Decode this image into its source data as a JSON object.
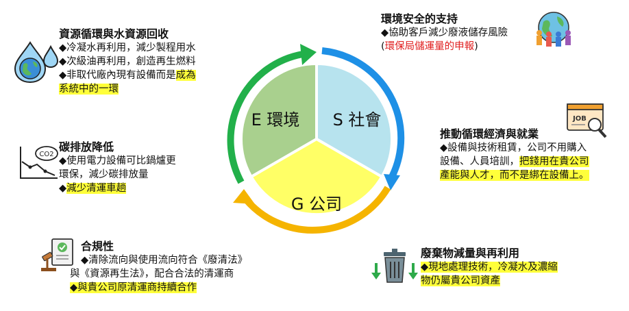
{
  "center": {
    "e": "E 環境",
    "s": "S 社會",
    "g": "G 公司"
  },
  "blocks": {
    "resource": {
      "title": "資源循環與水資源回收",
      "bullet": "◆",
      "l1": "冷凝水再利用，減少製程用水",
      "l2": "次級油再利用，創造再生燃料",
      "l3a": "非取代廠內現有設備而是",
      "l3b": "成為",
      "l4": "系統中的一環"
    },
    "carbon": {
      "title": "碳排放降低",
      "bullet": "◆",
      "l1": "使用電力設備可比鍋爐更",
      "l2": "環保，減少碳排放量",
      "l3": "減少清運車趟",
      "icon_text": "CO2"
    },
    "compliance": {
      "title": "合規性",
      "bullet": "◆",
      "l1": "清除流向與使用流向符合《廢清法》",
      "l2": "與《資源再生法》，配合合法的清運商",
      "l3": "與貴公司原清運商持續合作"
    },
    "safety": {
      "title": "環境安全的支持",
      "bullet": "◆",
      "l1": "協助客戶減少廢液儲存風險",
      "l2_open": "(",
      "l2_red": "環保局儲運量的申報",
      "l2_close": ")"
    },
    "economy": {
      "title": "推動循環經濟與就業",
      "bullet": "◆",
      "l1": "設備與技術租賃，公司不用購入",
      "l2a": "設備、人員培訓，",
      "l2b": "把錢用在貴公司",
      "l3": "產能與人才，而不是綁在設備上。",
      "icon_text": "JOB"
    },
    "waste": {
      "title": "廢棄物減量與再利用",
      "bullet": "◆",
      "l1": "現地處理技術，冷凝水及濃縮",
      "l2": "物仍屬貴公司資產"
    }
  },
  "colors": {
    "e_fill": "#a9d08e",
    "e_arrow": "#22b04a",
    "s_fill": "#b7e3ee",
    "s_arrow": "#1e90e6",
    "g_fill": "#ffff66",
    "g_arrow": "#f5b400",
    "highlight": "#ffff3a",
    "red": "#e01e1e"
  }
}
